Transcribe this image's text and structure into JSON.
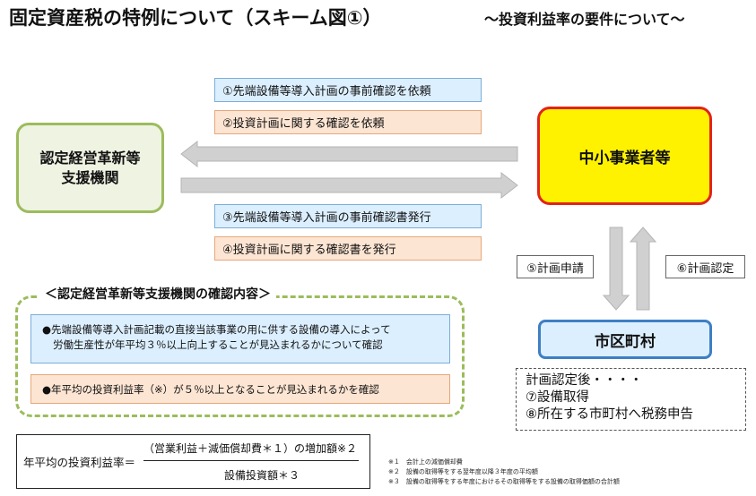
{
  "title": "固定資産税の特例について（スキーム図①）",
  "subtitle": "～投資利益率の要件について～",
  "nodes": {
    "support_line1": "認定経営革新等",
    "support_line2": "支援機関",
    "sme": "中小事業者等",
    "city": "市区町村"
  },
  "flows": {
    "step1": "①先端設備等導入計画の事前確認を依頼",
    "step2": "②投資計画に関する確認を依頼",
    "step3": "③先端設備等導入計画の事前確認書発行",
    "step4": "④投資計画に関する確認書を発行",
    "step5": "⑤計画申請",
    "step6": "⑥計画認定"
  },
  "confirm": {
    "title": "＜認定経営革新等支援機関の確認内容＞",
    "item1_line1": "●先端設備等導入計画記載の直接当該事業の用に供する設備の導入によって",
    "item1_line2": "労働生産性が年平均３％以上向上することが見込まれるかについて確認",
    "item2": "●年平均の投資利益率（※）が５％以上となることが見込まれるかを確認"
  },
  "after": {
    "line1": "計画認定後・・・・",
    "line2": "⑦設備取得",
    "line3": "⑧所在する市町村へ税務申告"
  },
  "formula": {
    "left": "年平均の投資利益率＝",
    "numerator": "（営業利益＋減価償却費＊１）の増加額※２",
    "denominator": "設備投資額＊３"
  },
  "notes": {
    "n1": "※１　会計上の減価償却費",
    "n2": "※２　設備の取得等をする翌年度以降３年度の平均額",
    "n3": "※３　設備の取得等をする年度におけるその取得等をする設備の取得価額の合計額"
  },
  "colors": {
    "arrow": "#d0d0d0",
    "arrow_stroke": "#b4b4b4",
    "support_border": "#9cbc5c",
    "sme_fill": "#fff200",
    "sme_border": "#e2231a",
    "city_border": "#3d7fc4"
  }
}
